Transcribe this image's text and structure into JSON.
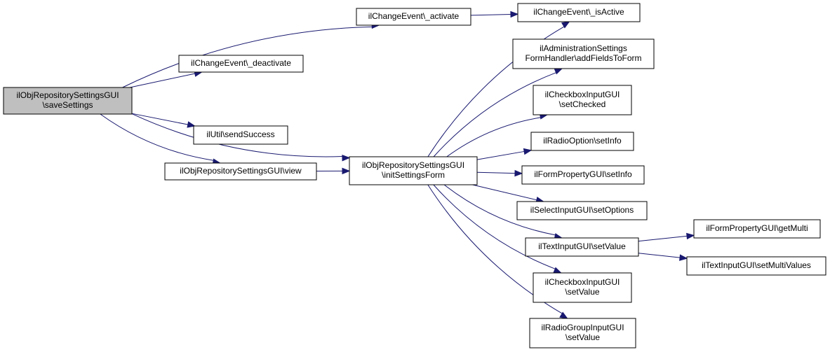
{
  "diagram": {
    "colors": {
      "edge": "#191970",
      "root_fill": "#bfbfbf",
      "node_fill": "#ffffff",
      "node_border": "#000000"
    },
    "nodes": {
      "saveSettings": {
        "lines": [
          "ilObjRepositorySettingsGUI",
          "\\saveSettings"
        ],
        "root": true
      },
      "activate": {
        "lines": [
          "ilChangeEvent\\_activate"
        ]
      },
      "isActive": {
        "lines": [
          "ilChangeEvent\\_isActive"
        ]
      },
      "deactivate": {
        "lines": [
          "ilChangeEvent\\_deactivate"
        ]
      },
      "sendSuccess": {
        "lines": [
          "ilUtil\\sendSuccess"
        ]
      },
      "view": {
        "lines": [
          "ilObjRepositorySettingsGUI\\view"
        ]
      },
      "initSettingsForm": {
        "lines": [
          "ilObjRepositorySettingsGUI",
          "\\initSettingsForm"
        ]
      },
      "addFieldsToForm": {
        "lines": [
          "ilAdministrationSettings",
          "FormHandler\\addFieldsToForm"
        ]
      },
      "setChecked": {
        "lines": [
          "ilCheckboxInputGUI",
          "\\setChecked"
        ]
      },
      "radioSetInfo": {
        "lines": [
          "ilRadioOption\\setInfo"
        ]
      },
      "formSetInfo": {
        "lines": [
          "ilFormPropertyGUI\\setInfo"
        ]
      },
      "setOptions": {
        "lines": [
          "ilSelectInputGUI\\setOptions"
        ]
      },
      "textSetValue": {
        "lines": [
          "ilTextInputGUI\\setValue"
        ]
      },
      "getMulti": {
        "lines": [
          "ilFormPropertyGUI\\getMulti"
        ]
      },
      "setMultiValues": {
        "lines": [
          "ilTextInputGUI\\setMultiValues"
        ]
      },
      "checkboxSetValue": {
        "lines": [
          "ilCheckboxInputGUI",
          "\\setValue"
        ]
      },
      "radioGroupSetValue": {
        "lines": [
          "ilRadioGroupInputGUI",
          "\\setValue"
        ]
      }
    },
    "edges": [
      [
        "saveSettings",
        "activate"
      ],
      [
        "saveSettings",
        "deactivate"
      ],
      [
        "saveSettings",
        "sendSuccess"
      ],
      [
        "saveSettings",
        "view"
      ],
      [
        "saveSettings",
        "initSettingsForm"
      ],
      [
        "activate",
        "isActive"
      ],
      [
        "view",
        "initSettingsForm"
      ],
      [
        "initSettingsForm",
        "isActive"
      ],
      [
        "initSettingsForm",
        "addFieldsToForm"
      ],
      [
        "initSettingsForm",
        "setChecked"
      ],
      [
        "initSettingsForm",
        "radioSetInfo"
      ],
      [
        "initSettingsForm",
        "formSetInfo"
      ],
      [
        "initSettingsForm",
        "setOptions"
      ],
      [
        "initSettingsForm",
        "textSetValue"
      ],
      [
        "initSettingsForm",
        "checkboxSetValue"
      ],
      [
        "initSettingsForm",
        "radioGroupSetValue"
      ],
      [
        "textSetValue",
        "getMulti"
      ],
      [
        "textSetValue",
        "setMultiValues"
      ]
    ]
  }
}
